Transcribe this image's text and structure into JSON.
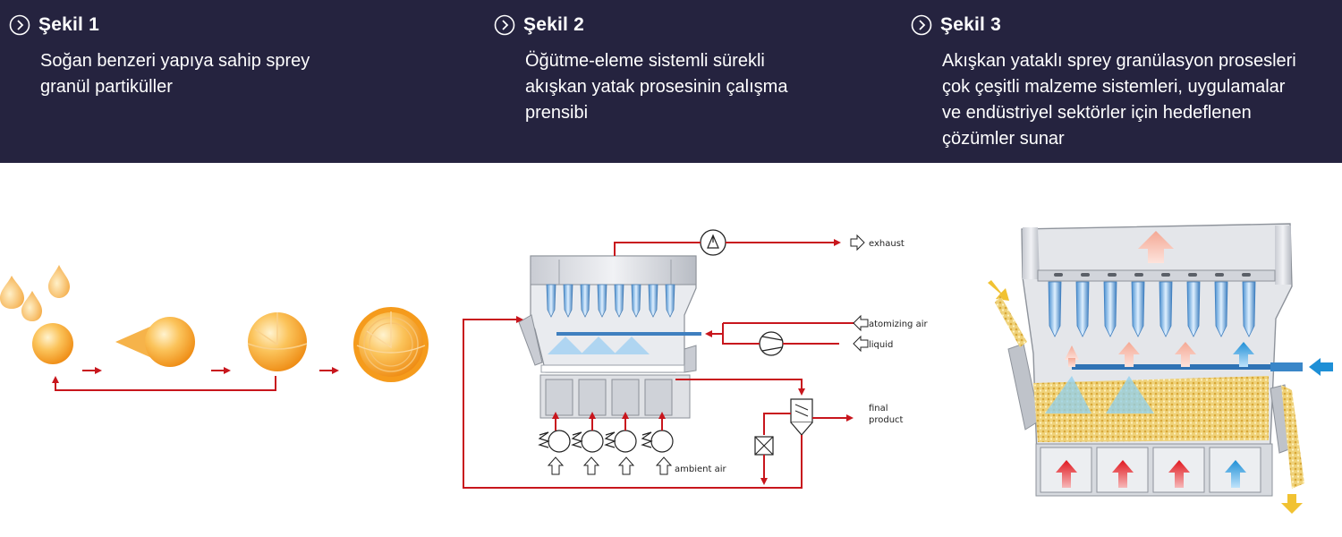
{
  "captions": [
    {
      "title": "Şekil 1",
      "lines": [
        "Soğan benzeri yapıya sahip sprey",
        "granül partiküller"
      ]
    },
    {
      "title": "Şekil 2",
      "lines": [
        "Öğütme-eleme sistemli sürekli",
        "akışkan yatak prosesinin çalışma",
        "prensibi"
      ]
    },
    {
      "title": "Şekil 3",
      "lines": [
        "Akışkan yataklı sprey granülasyon prosesleri",
        "çok çeşitli malzeme sistemleri, uygulamalar",
        "ve endüstriyel sektörler için hedeflenen",
        "çözümler sunar"
      ]
    }
  ],
  "diagram2": {
    "exhaust": "exhaust",
    "atomizing_air": "atomizing air",
    "liquid": "liquid",
    "final_product_1": "final",
    "final_product_2": "product",
    "ambient_air": "ambient air"
  },
  "colors": {
    "header_bg": "#25233f",
    "flow_red": "#c8161d",
    "droplet_orange": "#f6a623",
    "cold_blue": "#1e8fd6"
  }
}
